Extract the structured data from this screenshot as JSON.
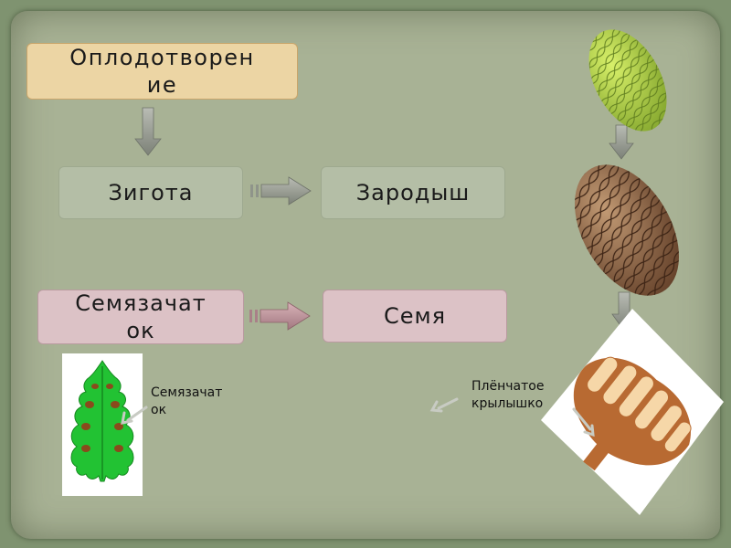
{
  "boxes": {
    "fertilization": {
      "line1": "Оплодотворен",
      "line2": "ие"
    },
    "zygote": "Зигота",
    "embryo": "Зародыш",
    "ovule": {
      "line1": "Семязачат",
      "line2": "ок"
    },
    "seed": "Семя"
  },
  "labels": {
    "ovule": {
      "line1": "Семязачат",
      "line2": "ок"
    },
    "wing": {
      "line1": "Плёнчатое",
      "line2": "крылышко"
    }
  },
  "colors": {
    "fertilization_fill": "#ecd5a4",
    "zygote_fill": "#b4bea6",
    "ovule_fill": "#dcc2c6",
    "arrow_gray": "#8a8f86",
    "arrow_mauve": "#b88a92",
    "background": "#a8b295"
  }
}
